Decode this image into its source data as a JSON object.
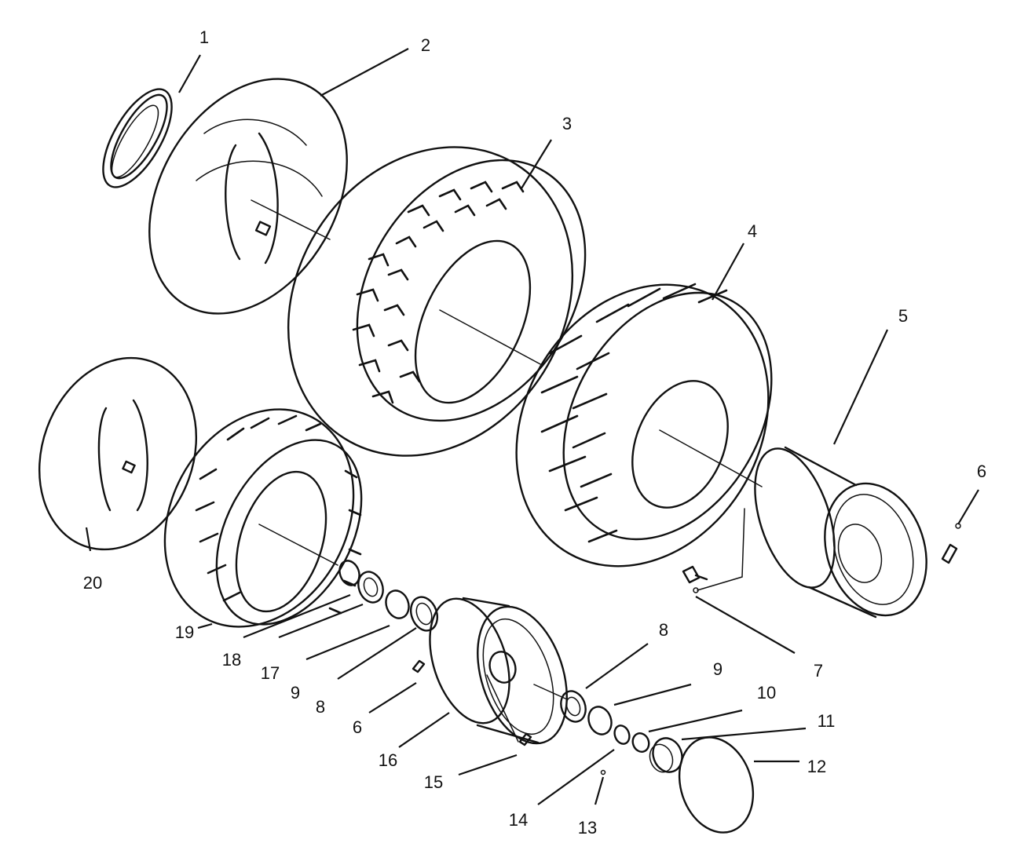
{
  "diagram": {
    "type": "exploded-parts-view",
    "line_color": "#111111",
    "background": "#ffffff",
    "callouts": [
      {
        "id": "c1",
        "label": "1"
      },
      {
        "id": "c2",
        "label": "2"
      },
      {
        "id": "c3",
        "label": "3"
      },
      {
        "id": "c4",
        "label": "4"
      },
      {
        "id": "c5",
        "label": "5"
      },
      {
        "id": "c6a",
        "label": "6"
      },
      {
        "id": "c6b",
        "label": "6"
      },
      {
        "id": "c7",
        "label": "7"
      },
      {
        "id": "c8a",
        "label": "8"
      },
      {
        "id": "c8b",
        "label": "8"
      },
      {
        "id": "c9a",
        "label": "9"
      },
      {
        "id": "c9b",
        "label": "9"
      },
      {
        "id": "c10",
        "label": "10"
      },
      {
        "id": "c11",
        "label": "11"
      },
      {
        "id": "c12",
        "label": "12"
      },
      {
        "id": "c13",
        "label": "13"
      },
      {
        "id": "c14",
        "label": "14"
      },
      {
        "id": "c15",
        "label": "15"
      },
      {
        "id": "c16",
        "label": "16"
      },
      {
        "id": "c17",
        "label": "17"
      },
      {
        "id": "c18",
        "label": "18"
      },
      {
        "id": "c19",
        "label": "19"
      },
      {
        "id": "c20",
        "label": "20"
      }
    ]
  }
}
